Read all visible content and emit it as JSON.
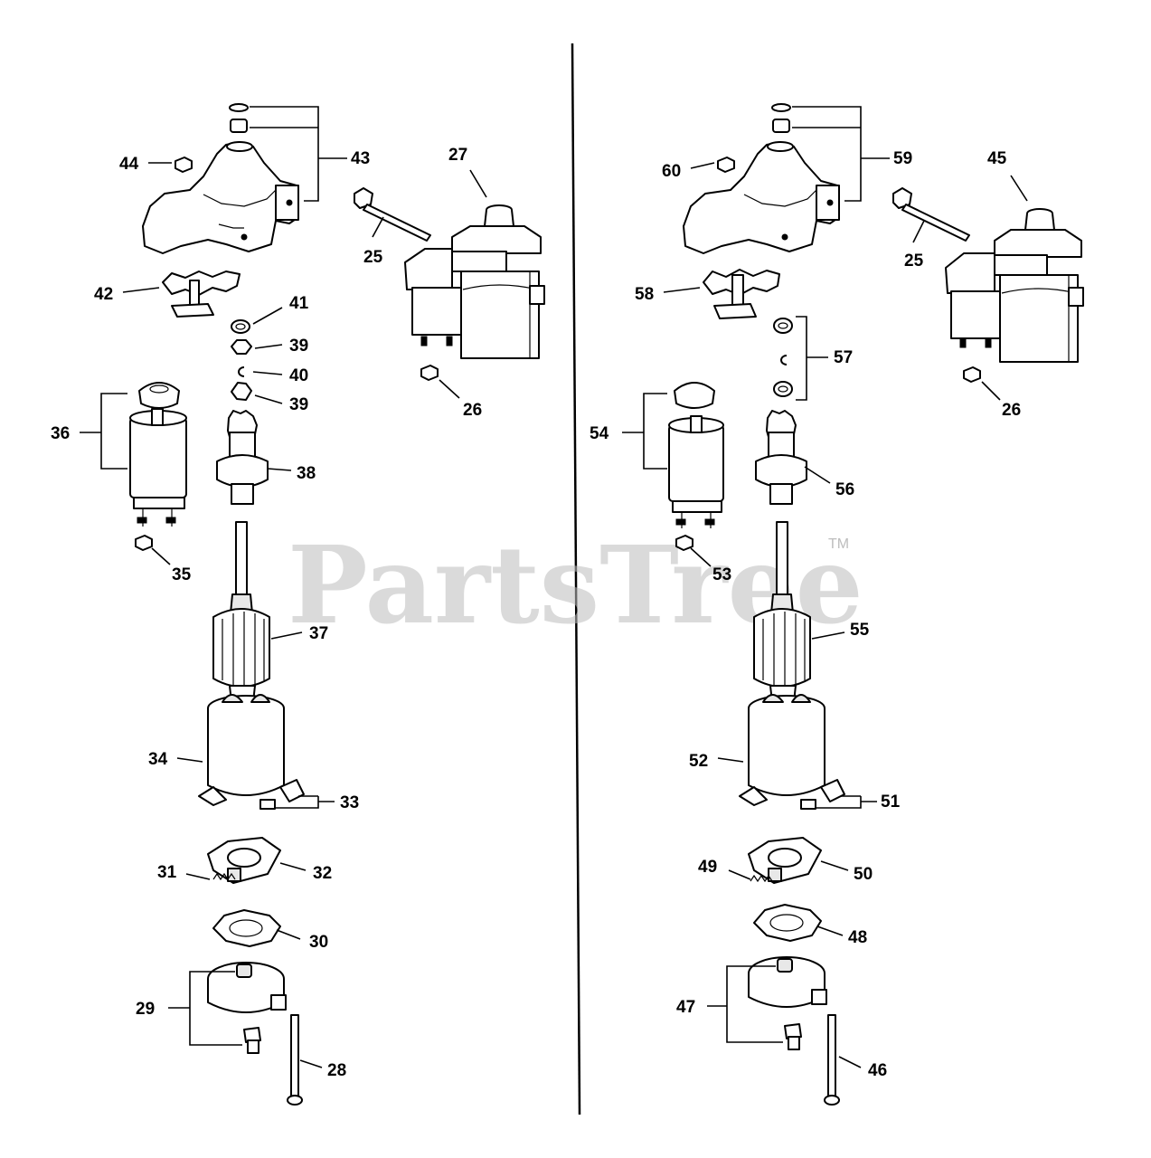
{
  "watermark": {
    "text": "PartsTree",
    "tm": "TM"
  },
  "left_callouts": {
    "c44": "44",
    "c43": "43",
    "c27": "27",
    "c25": "25",
    "c42": "42",
    "c41": "41",
    "c39a": "39",
    "c40": "40",
    "c39b": "39",
    "c26": "26",
    "c36": "36",
    "c38": "38",
    "c35": "35",
    "c37": "37",
    "c34": "34",
    "c33": "33",
    "c31": "31",
    "c32": "32",
    "c30": "30",
    "c29": "29",
    "c28": "28"
  },
  "right_callouts": {
    "c60": "60",
    "c59": "59",
    "c45": "45",
    "c25": "25",
    "c58": "58",
    "c57": "57",
    "c26": "26",
    "c54": "54",
    "c56": "56",
    "c53": "53",
    "c55": "55",
    "c52": "52",
    "c51": "51",
    "c49": "49",
    "c50": "50",
    "c48": "48",
    "c47": "47",
    "c46": "46"
  }
}
